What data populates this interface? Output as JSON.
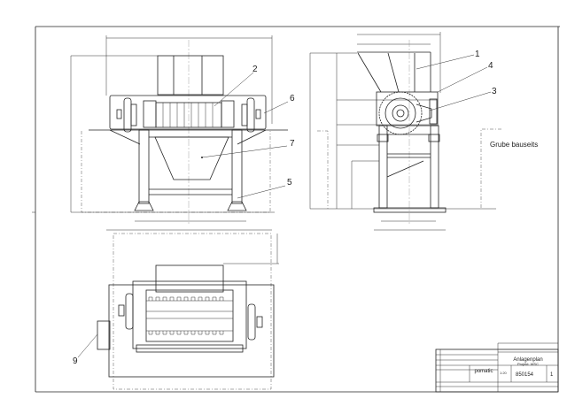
{
  "callouts": {
    "c1": "1",
    "c2": "2",
    "c3": "3",
    "c4": "4",
    "c5": "5",
    "c6": "6",
    "c7": "7",
    "c9": "9"
  },
  "note_pit": "Grube bauseits",
  "title_block": {
    "title": "Anlagenplan",
    "project": "Projekt: WSC",
    "company": "pomatic",
    "drawing_number": "850154",
    "sheet": "1",
    "scale": "1:20"
  }
}
